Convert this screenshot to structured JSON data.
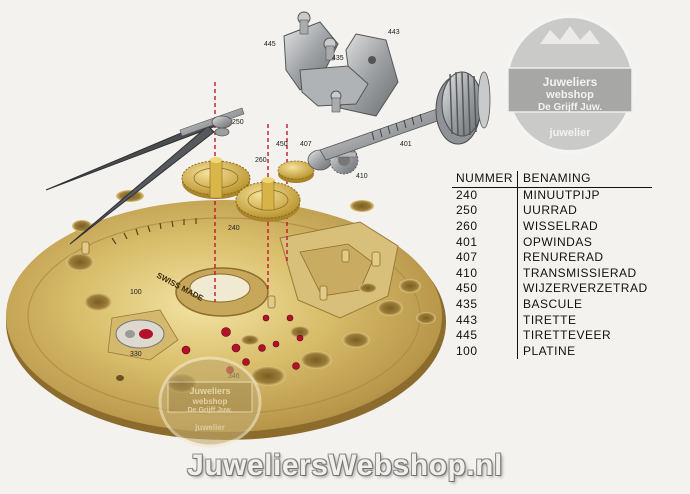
{
  "legend": {
    "header": {
      "number": "NUMMER",
      "name": "BENAMING"
    },
    "rows": [
      {
        "number": "240",
        "name": "MINUUTPIJP"
      },
      {
        "number": "250",
        "name": "UURRAD"
      },
      {
        "number": "260",
        "name": "WISSELRAD"
      },
      {
        "number": "401",
        "name": "OPWINDAS"
      },
      {
        "number": "407",
        "name": "RENURERAD"
      },
      {
        "number": "410",
        "name": "TRANSMISSIERAD"
      },
      {
        "number": "450",
        "name": "WIJZERVERZETRAD"
      },
      {
        "number": "435",
        "name": "BASCULE"
      },
      {
        "number": "443",
        "name": "TIRETTE"
      },
      {
        "number": "445",
        "name": "TIRETTEVEER"
      },
      {
        "number": "100",
        "name": "PLATINE"
      }
    ]
  },
  "part_labels": {
    "p445": "445",
    "p443": "443",
    "p435": "435",
    "p401": "401",
    "p250": "250",
    "p260": "260",
    "p450": "450",
    "p407": "407",
    "p410": "410",
    "p240": "240",
    "p100": "100",
    "p330": "330",
    "p346": "346"
  },
  "plate_text": "SWISS MADE",
  "watermark": {
    "line1": "Juweliers",
    "line2": "webshop",
    "line3": "De Grijff Juw.",
    "line4": "juwelier"
  },
  "site_url": "JuweliersWebshop.nl",
  "colors": {
    "plate": "#cfb15f",
    "gear": "#d9b94e",
    "steel": "#a7a9ab",
    "jewel": "#b3122a",
    "background": "#f4f2ee"
  }
}
